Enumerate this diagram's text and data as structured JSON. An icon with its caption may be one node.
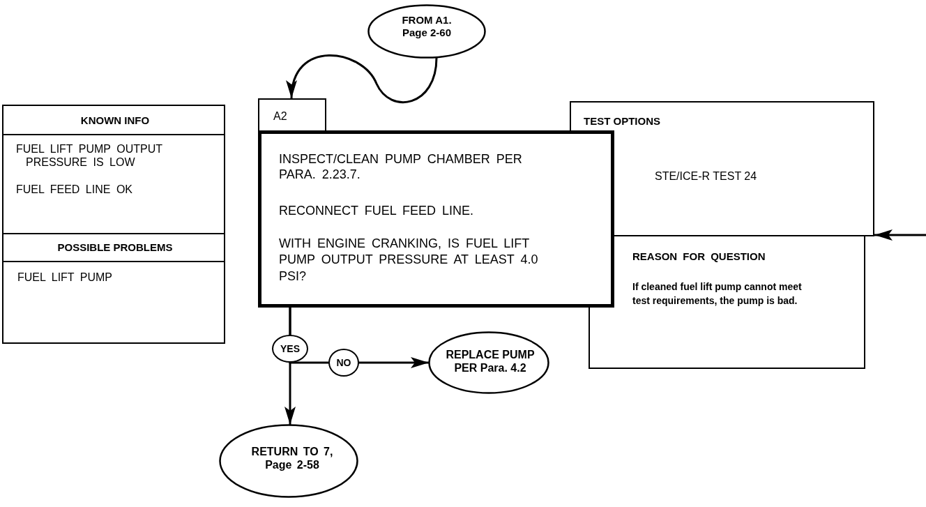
{
  "diagram": {
    "nodes": [
      {
        "text": [
          "KNOWN INFO",
          "FUEL LIFT PUMP OUTPUT PRESSURE IS LOW",
          "FUEL FEED LINE OK",
          "POSSIBLE PROBLEMS",
          "FUEL LIFT PUMP"
        ]
      },
      {
        "text": [
          "FROM A1. Page 2-60"
        ]
      },
      {
        "text": [
          "A2"
        ]
      },
      {
        "text": [
          "INSPECT/CLEAN PUMP CHAMBER PER PARA. 2.23.7.",
          "RECONNECT FUEL FEED LINE.",
          "WITH ENGINE CRANKING, IS FUEL LIFT PUMP OUTPUT PRESSURE AT LEAST 4.0 PSI?"
        ]
      },
      {
        "text": [
          "TEST OPTIONS",
          "STE/ICE-R TEST 24"
        ]
      },
      {
        "text": [
          "REASON FOR QUESTION",
          "If cleaned fuel lift pump cannot meet test requirements, the pump is bad."
        ]
      },
      {
        "text": [
          "REPLACE PUMP PER Para. 4.2"
        ]
      },
      {
        "text": [
          "RETURN TO 7, Page 2-58"
        ]
      }
    ],
    "edges": [
      {
        "from": 1,
        "to": 2,
        "arrow": "to"
      },
      {
        "from": 3,
        "to": 6,
        "arrow": "to",
        "label": "NO"
      },
      {
        "from": 3,
        "to": 7,
        "arrow": "to",
        "label": "YES"
      },
      {
        "from": null,
        "to": 4,
        "arrow": "to"
      }
    ]
  }
}
